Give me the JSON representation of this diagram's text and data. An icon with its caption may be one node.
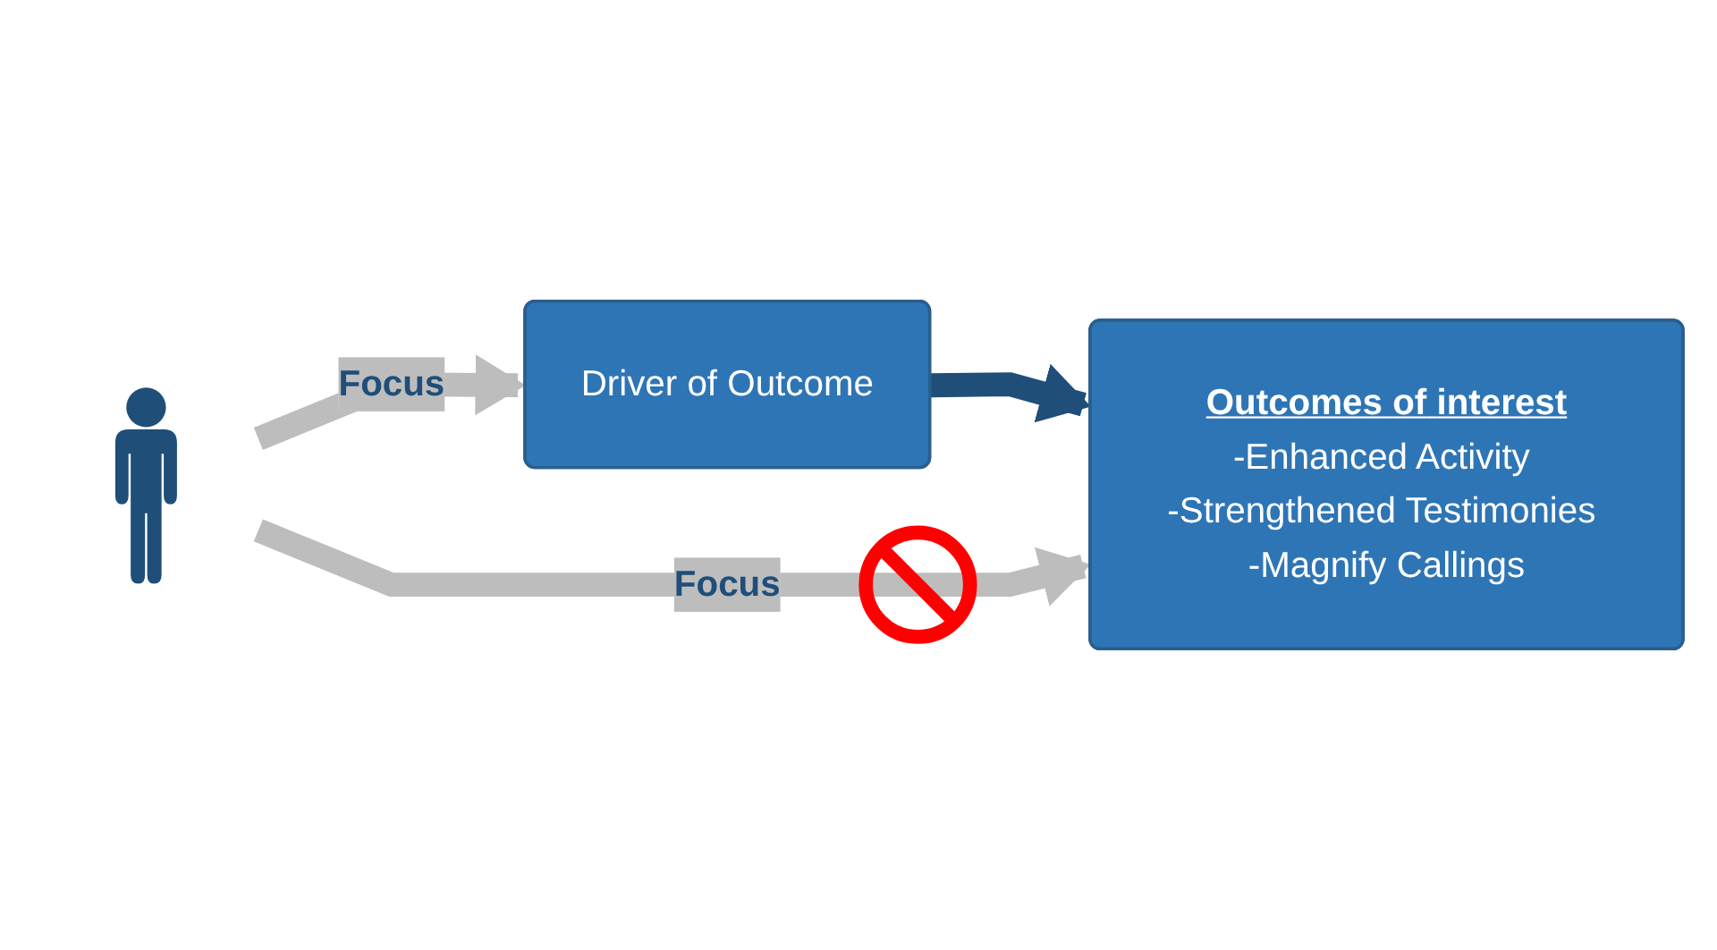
{
  "diagram": {
    "nodes": [
      {
        "text": [
          "Driver of Outcome"
        ]
      },
      {
        "text": [
          "Outcomes of interest",
          "-Enhanced Activity -Strengthened Testimonies -Magnify Callings"
        ]
      },
      {
        "text": [],
        "shape": "person"
      }
    ],
    "edges": [
      {
        "from": 0,
        "to": 1,
        "arrow": "to",
        "color": "#1f4e79"
      },
      {
        "from": 2,
        "to": 0,
        "arrow": "to",
        "label": "Focus"
      },
      {
        "from": 2,
        "to": 1,
        "arrow": "to",
        "label": "Focus"
      }
    ]
  }
}
